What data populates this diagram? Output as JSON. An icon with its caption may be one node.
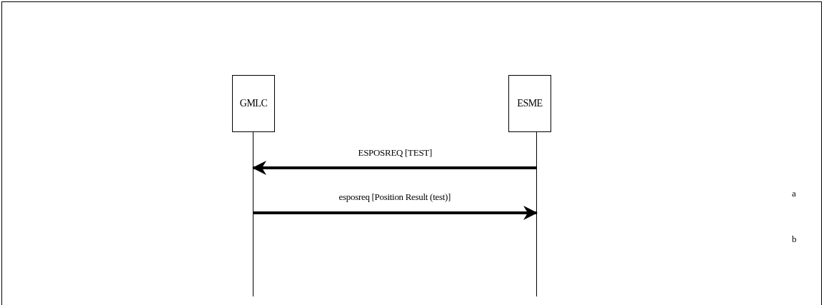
{
  "diagram": {
    "nodes": [
      {
        "text": [
          "GMLC"
        ]
      },
      {
        "text": [
          "ESME"
        ]
      },
      {
        "text": [],
        "shape": "bar"
      },
      {
        "text": [],
        "shape": "bar"
      }
    ],
    "edges": [
      {
        "from": 3,
        "to": 2,
        "arrow": "to",
        "label": "ESPOSREQ [TEST]"
      },
      {
        "from": 2,
        "to": 3,
        "arrow": "to",
        "label": "esposreq [Position Result (test)]"
      }
    ],
    "labels": [
      "a",
      "b"
    ]
  }
}
